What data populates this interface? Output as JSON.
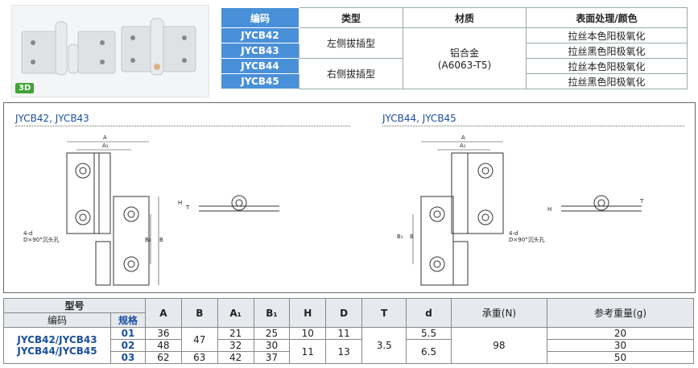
{
  "photo": {
    "badge": "3D"
  },
  "spec_table": {
    "headers": [
      "编码",
      "类型",
      "材质",
      "表面处理/颜色"
    ],
    "rows": [
      {
        "code": "JYCB42",
        "finish": "拉丝本色阳极氧化"
      },
      {
        "code": "JYCB43",
        "finish": "拉丝黑色阳极氧化"
      },
      {
        "code": "JYCB44",
        "finish": "拉丝本色阳极氧化"
      },
      {
        "code": "JYCB45",
        "finish": "拉丝黑色阳极氧化"
      }
    ],
    "type_left": "左侧拔插型",
    "type_right": "右侧拔插型",
    "material_line1": "铝合金",
    "material_line2": "(A6063-T5)"
  },
  "drawing": {
    "left_title": "JYCB42, JYCB43",
    "right_title": "JYCB44, JYCB45",
    "dim_labels": {
      "A": "A",
      "A1": "A₁",
      "B": "B",
      "B1": "B₁",
      "H": "H",
      "T": "T"
    },
    "hole_note_line1": "4-d",
    "hole_note_line2": "D×90°沉头孔"
  },
  "dims_table": {
    "group_header": "型号",
    "code_header": "编码",
    "spec_header": "规格",
    "columns": [
      "A",
      "B",
      "A₁",
      "B₁",
      "H",
      "D",
      "T",
      "d",
      "承重(N)",
      "参考重量(g)"
    ],
    "code_line1": "JYCB42/JYCB43",
    "code_line2": "JYCB44/JYCB45",
    "rows": [
      {
        "spec": "01",
        "A": "36",
        "A1": "21",
        "B1": "25",
        "H": "10",
        "D": "11",
        "weight": "20"
      },
      {
        "spec": "02",
        "A": "48",
        "A1": "32",
        "B1": "30",
        "weight": "30"
      },
      {
        "spec": "03",
        "A": "62",
        "B": "63",
        "A1": "42",
        "B1": "37",
        "weight": "50"
      }
    ],
    "B_01_02": "47",
    "H_02_03": "11",
    "D_02_03": "13",
    "T_all": "3.5",
    "d_01": "5.5",
    "d_02_03": "6.5",
    "load_all": "98"
  }
}
